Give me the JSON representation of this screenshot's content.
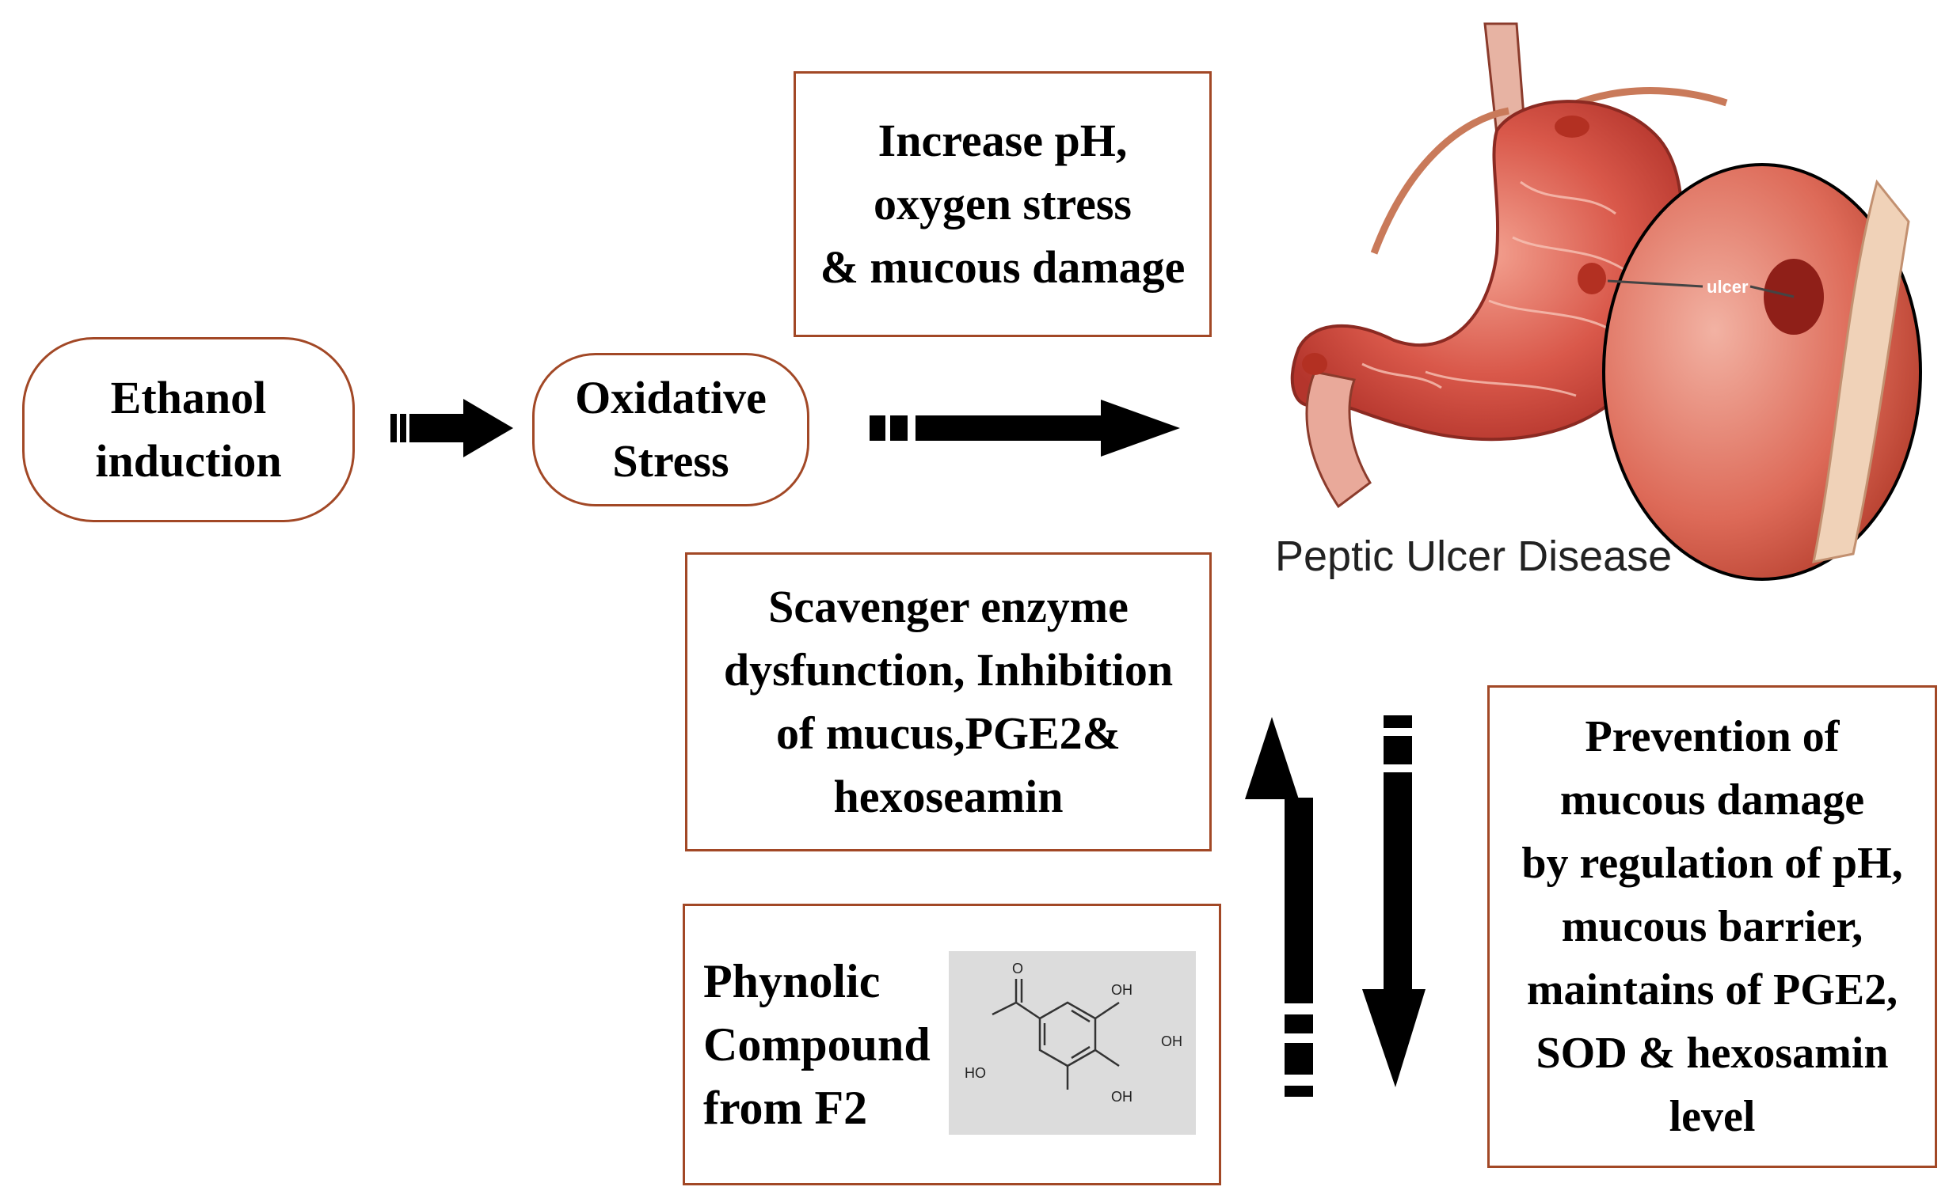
{
  "nodes": {
    "ethanol": "Ethanol\ninduction",
    "oxidative": "Oxidative\nStress",
    "increase": "Increase pH,\noxygen stress\n& mucous damage",
    "scavenger": "Scavenger enzyme\ndysfunction, Inhibition\nof mucus,PGE2&\nhexoseamin",
    "phynolic": "Phynolic\nCompound\nfrom F2",
    "prevention": "Prevention of\nmucous damage\nby regulation of pH,\nmucous barrier,\nmaintains of PGE2,\nSOD & hexosamin\nlevel"
  },
  "illustration": {
    "caption": "Peptic Ulcer Disease",
    "ulcer_label": "ulcer"
  },
  "molecule": {
    "labels": [
      "OH",
      "OH",
      "OH",
      "HO",
      "O"
    ]
  },
  "colors": {
    "box_border": "#a24826",
    "arrow": "#000000",
    "stomach": "#d9584a"
  }
}
